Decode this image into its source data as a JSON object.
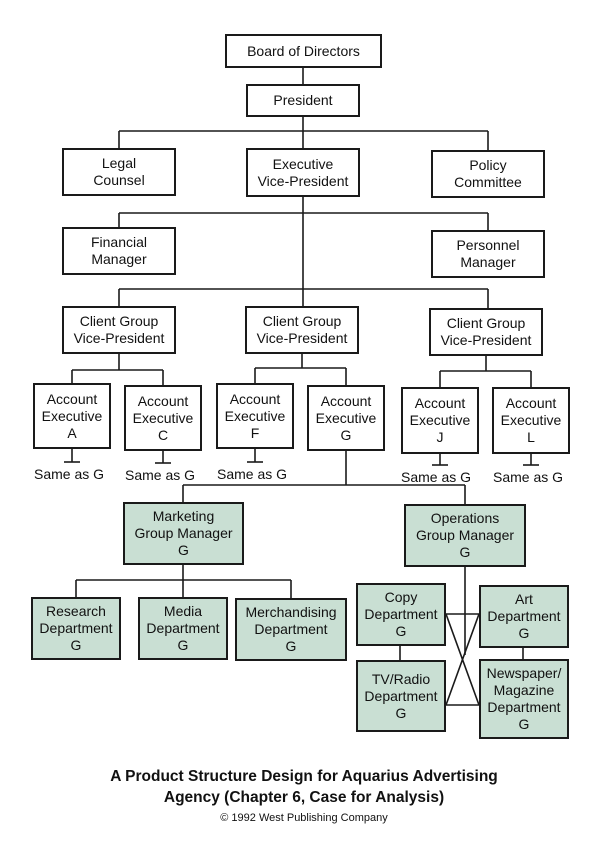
{
  "org_chart": {
    "board": "Board of Directors",
    "president": "President",
    "legal": [
      "Legal",
      "Counsel"
    ],
    "evp": [
      "Executive",
      "Vice-President"
    ],
    "policy": [
      "Policy",
      "Committee"
    ],
    "financial": [
      "Financial",
      "Manager"
    ],
    "personnel": [
      "Personnel",
      "Manager"
    ],
    "client_vp": [
      "Client Group",
      "Vice-President"
    ],
    "account": {
      "a": [
        "Account",
        "Executive",
        "A"
      ],
      "c": [
        "Account",
        "Executive",
        "C"
      ],
      "f": [
        "Account",
        "Executive",
        "F"
      ],
      "g": [
        "Account",
        "Executive",
        "G"
      ],
      "j": [
        "Account",
        "Executive",
        "J"
      ],
      "l": [
        "Account",
        "Executive",
        "L"
      ]
    },
    "same_as_g": "Same as G",
    "marketing": [
      "Marketing",
      "Group Manager",
      "G"
    ],
    "operations": [
      "Operations",
      "Group Manager",
      "G"
    ],
    "research": [
      "Research",
      "Department",
      "G"
    ],
    "media": [
      "Media",
      "Department",
      "G"
    ],
    "merch": [
      "Merchandising",
      "Department",
      "G"
    ],
    "copy": [
      "Copy",
      "Department",
      "G"
    ],
    "art": [
      "Art",
      "Department",
      "G"
    ],
    "tvradio": [
      "TV/Radio",
      "Department",
      "G"
    ],
    "newspaper": [
      "Newspaper/",
      "Magazine",
      "Department",
      "G"
    ]
  },
  "caption": {
    "title_line1": "A Product Structure Design for Aquarius Advertising",
    "title_line2": "Agency (Chapter 6, Case for Analysis)",
    "copyright": "© 1992 West Publishing Company"
  },
  "colors": {
    "line": "#1a1a1a",
    "box_fill": "#ffffff",
    "shaded_fill": "#c9dfd3"
  }
}
